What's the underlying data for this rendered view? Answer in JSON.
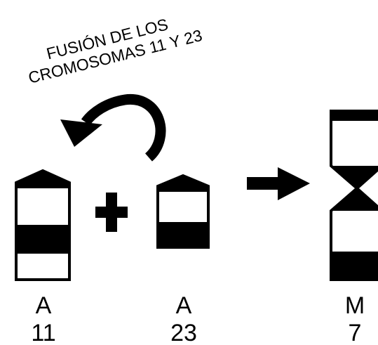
{
  "caption": {
    "line1": "FUSIÓN DE LOS",
    "line2": "CROMOSOMAS 11 Y 23"
  },
  "plus_sign": "+",
  "chromosomes": [
    {
      "type_label": "A",
      "number_label": "11"
    },
    {
      "type_label": "A",
      "number_label": "23"
    },
    {
      "type_label": "M",
      "number_label": "7"
    }
  ],
  "colors": {
    "ink": "#000000",
    "background": "#ffffff"
  }
}
